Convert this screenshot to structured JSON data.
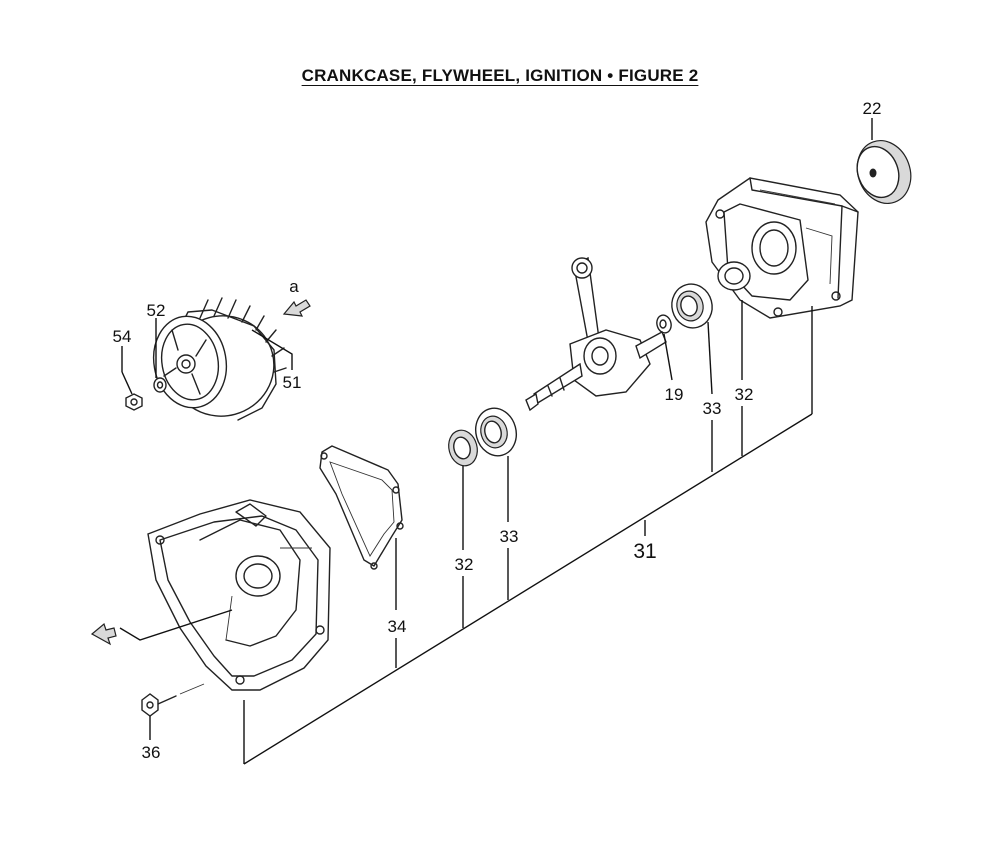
{
  "title": "CRANKCASE, FLYWHEEL, IGNITION  •  FIGURE 2",
  "view_marker": "a",
  "callouts": {
    "p22": "22",
    "p52": "52",
    "p54": "54",
    "p51": "51",
    "p19": "19",
    "p33a": "33",
    "p32a": "32",
    "p32b": "32",
    "p33b": "33",
    "p31": "31",
    "p34": "34",
    "p36": "36"
  }
}
